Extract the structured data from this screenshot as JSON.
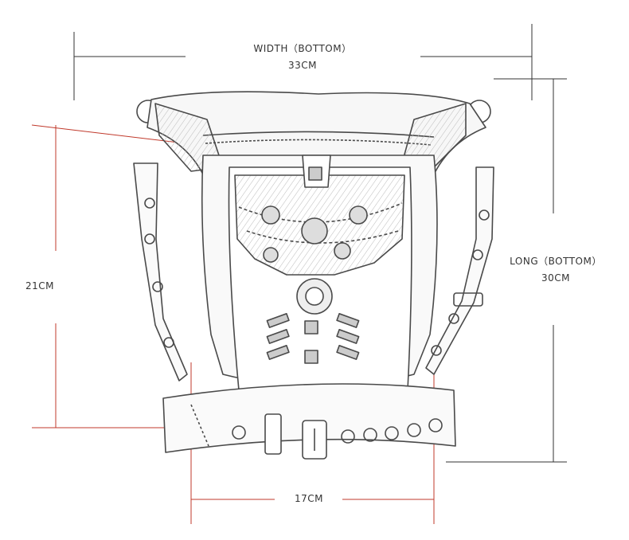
{
  "dimensions": {
    "width": {
      "title": "WIDTH（BOTTOM）",
      "value": "33CM"
    },
    "long": {
      "title": "LONG（BOTTOM）",
      "value": "30CM"
    },
    "height": {
      "value": "21CM"
    },
    "bottom_depth": {
      "value": "17CM"
    }
  },
  "colors": {
    "black_lines": "#333333",
    "red_lines": "#c0392b",
    "sketch": "#4a4a4a"
  }
}
